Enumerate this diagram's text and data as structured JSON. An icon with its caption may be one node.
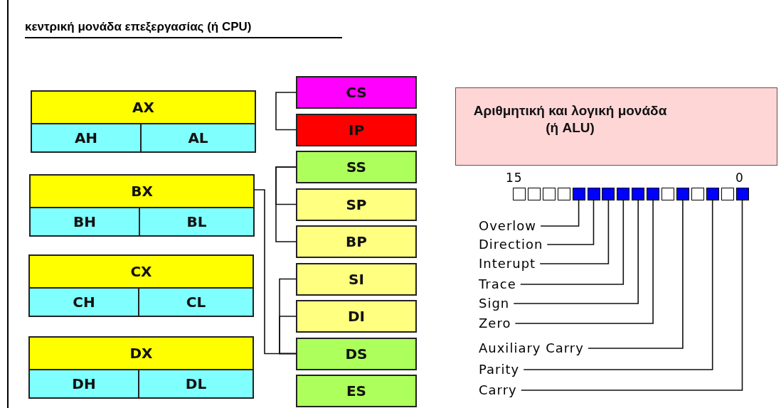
{
  "diagram": {
    "title": "κεντρική μονάδα επεξεργασίας (ή CPU)",
    "nodes": [
      {
        "text": [
          "AX"
        ]
      },
      {
        "text": [
          "AH"
        ]
      },
      {
        "text": [
          "AL"
        ]
      },
      {
        "text": [
          "BX"
        ]
      },
      {
        "text": [
          "BH"
        ]
      },
      {
        "text": [
          "BL"
        ]
      },
      {
        "text": [
          "CX"
        ]
      },
      {
        "text": [
          "CH"
        ]
      },
      {
        "text": [
          "CL"
        ]
      },
      {
        "text": [
          "DX"
        ]
      },
      {
        "text": [
          "DH"
        ]
      },
      {
        "text": [
          "DL"
        ]
      },
      {
        "text": [
          "CS"
        ]
      },
      {
        "text": [
          "IP"
        ]
      },
      {
        "text": [
          "SS"
        ]
      },
      {
        "text": [
          "SP"
        ]
      },
      {
        "text": [
          "BP"
        ]
      },
      {
        "text": [
          "SI"
        ]
      },
      {
        "text": [
          "DI"
        ]
      },
      {
        "text": [
          "DS"
        ]
      },
      {
        "text": [
          "ES"
        ]
      },
      {
        "text": [
          "Αριθμητική και λογική μονάδα (ή ALU)"
        ]
      },
      {
        "text": [],
        "shape": "box"
      },
      {
        "text": [],
        "shape": "box"
      },
      {
        "text": [],
        "shape": "box"
      },
      {
        "text": [],
        "shape": "box"
      },
      {
        "text": [],
        "shape": "box"
      },
      {
        "text": [],
        "shape": "box"
      },
      {
        "text": [],
        "shape": "box"
      },
      {
        "text": [],
        "shape": "box"
      },
      {
        "text": [],
        "shape": "box"
      },
      {
        "text": [],
        "shape": "box"
      },
      {
        "text": [],
        "shape": "box"
      },
      {
        "text": [],
        "shape": "box"
      },
      {
        "text": [],
        "shape": "box"
      },
      {
        "text": [],
        "shape": "box"
      },
      {
        "text": [],
        "shape": "box"
      },
      {
        "text": [],
        "shape": "box"
      },
      {
        "text": [
          "Overlow"
        ]
      },
      {
        "text": [
          "Direction"
        ]
      },
      {
        "text": [
          "Interupt"
        ]
      },
      {
        "text": [
          "Trace"
        ]
      },
      {
        "text": [
          "Sign"
        ]
      },
      {
        "text": [
          "Zero"
        ]
      },
      {
        "text": [
          "Auxiliary Carry"
        ]
      },
      {
        "text": [
          "Parity"
        ]
      },
      {
        "text": [
          "Carry"
        ]
      }
    ],
    "edges": [
      {
        "from": 12,
        "to": 13,
        "arrow": "none"
      },
      {
        "from": 14,
        "to": 15,
        "arrow": "none"
      },
      {
        "from": 14,
        "to": 16,
        "arrow": "none"
      },
      {
        "from": 17,
        "to": 19,
        "arrow": "none"
      },
      {
        "from": 18,
        "to": 19,
        "arrow": "none"
      },
      {
        "from": 3,
        "to": 19,
        "arrow": "none"
      },
      {
        "from": 38,
        "to": 26,
        "arrow": "none"
      },
      {
        "from": 39,
        "to": 27,
        "arrow": "none"
      },
      {
        "from": 40,
        "to": 28,
        "arrow": "none"
      },
      {
        "from": 41,
        "to": 29,
        "arrow": "none"
      },
      {
        "from": 42,
        "to": 30,
        "arrow": "none"
      },
      {
        "from": 43,
        "to": 31,
        "arrow": "none"
      },
      {
        "from": 44,
        "to": 33,
        "arrow": "none"
      },
      {
        "from": 45,
        "to": 35,
        "arrow": "none"
      },
      {
        "from": 46,
        "to": 37,
        "arrow": "none"
      }
    ],
    "labels": [
      "15",
      "0"
    ]
  }
}
